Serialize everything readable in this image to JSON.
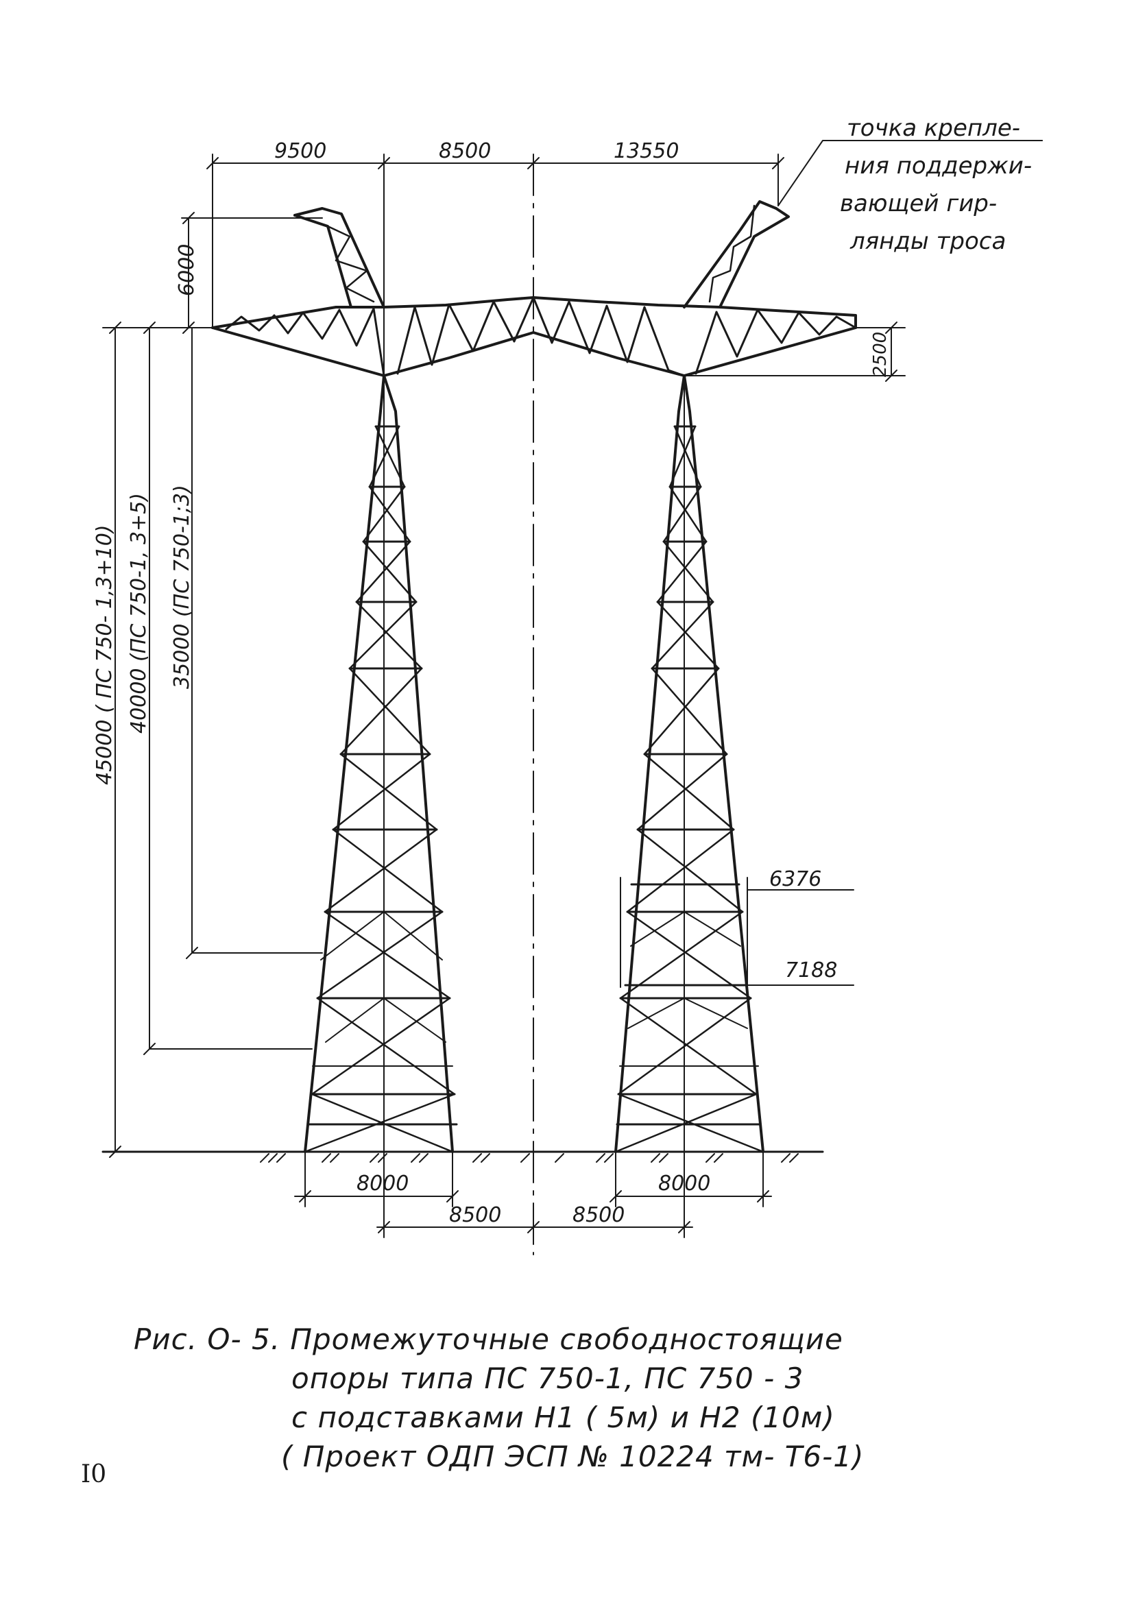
{
  "dimensions": {
    "top_spans": [
      "9500",
      "8500",
      "13550"
    ],
    "peak_height": "6000",
    "crossarm_depth": "2500",
    "heights": [
      "45000 ( ПС 750- 1,3+10)",
      "40000 (ПС 750-1, 3+5)",
      "35000 (ПС 750-1;3)"
    ],
    "leg_extensions": [
      "6376",
      "7188"
    ],
    "base_widths": [
      "8000",
      "8000"
    ],
    "axis_offsets": [
      "8500",
      "8500"
    ]
  },
  "note": {
    "lines": [
      "точка крепле-",
      "ния поддержи-",
      "вающей гир-",
      "лянды троса"
    ]
  },
  "caption": {
    "lines": [
      "Рис. О- 5. Промежуточные   свободностоящие",
      "опоры   типа ПС 750-1,  ПС 750 - 3",
      "с подставками   Н1 ( 5м)  и Н2 (10м)",
      "( Проект  ОДП ЭСП № 10224 тм- Т6-1)"
    ]
  },
  "page_number": "I0"
}
